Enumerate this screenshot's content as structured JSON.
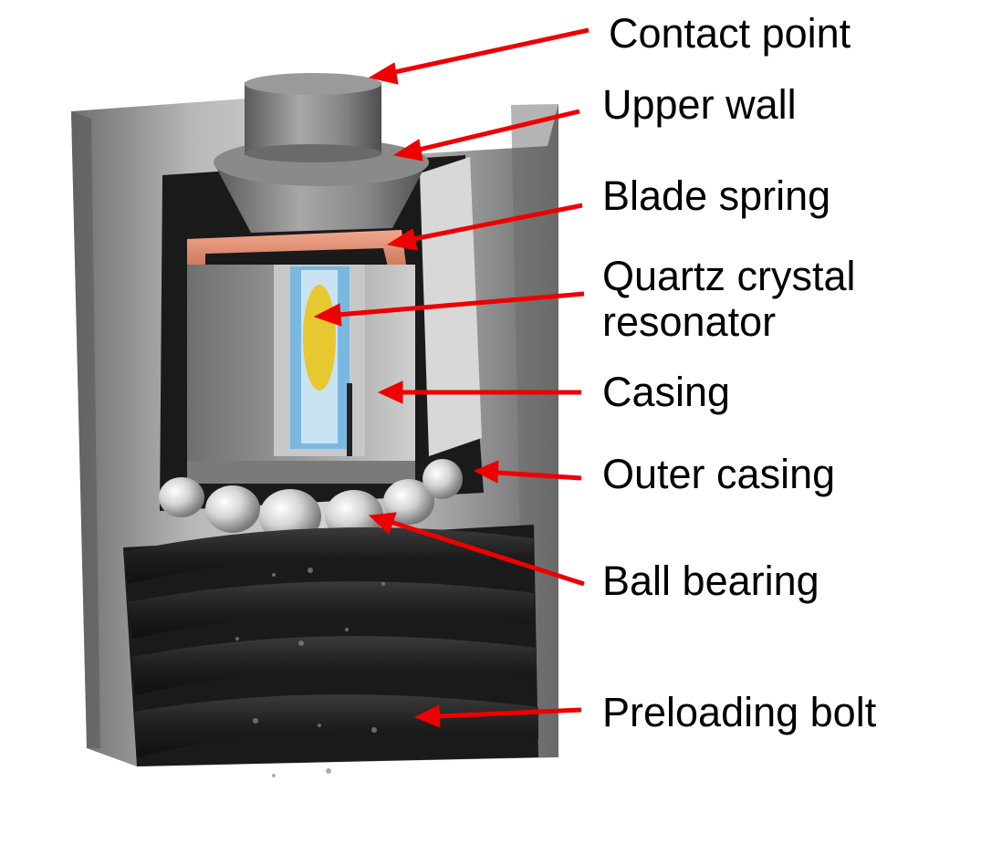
{
  "colors": {
    "arrow": "#ee0000",
    "outer_casing": "#9a9a9a",
    "casing": "#8c8c8c",
    "blade_spring": "#e8957a",
    "quartz": "#e8c830",
    "resonator_backing": "#7ab8e0",
    "bolt": "#2a2a2a",
    "ball": "#d8d8d8"
  },
  "labels": {
    "contact_point": "Contact point",
    "upper_wall": "Upper wall",
    "blade_spring": "Blade spring",
    "quartz_line1": "Quartz crystal",
    "quartz_line2": "resonator",
    "casing": "Casing",
    "outer_casing": "Outer casing",
    "ball_bearing": "Ball bearing",
    "preloading_bolt": "Preloading bolt"
  }
}
